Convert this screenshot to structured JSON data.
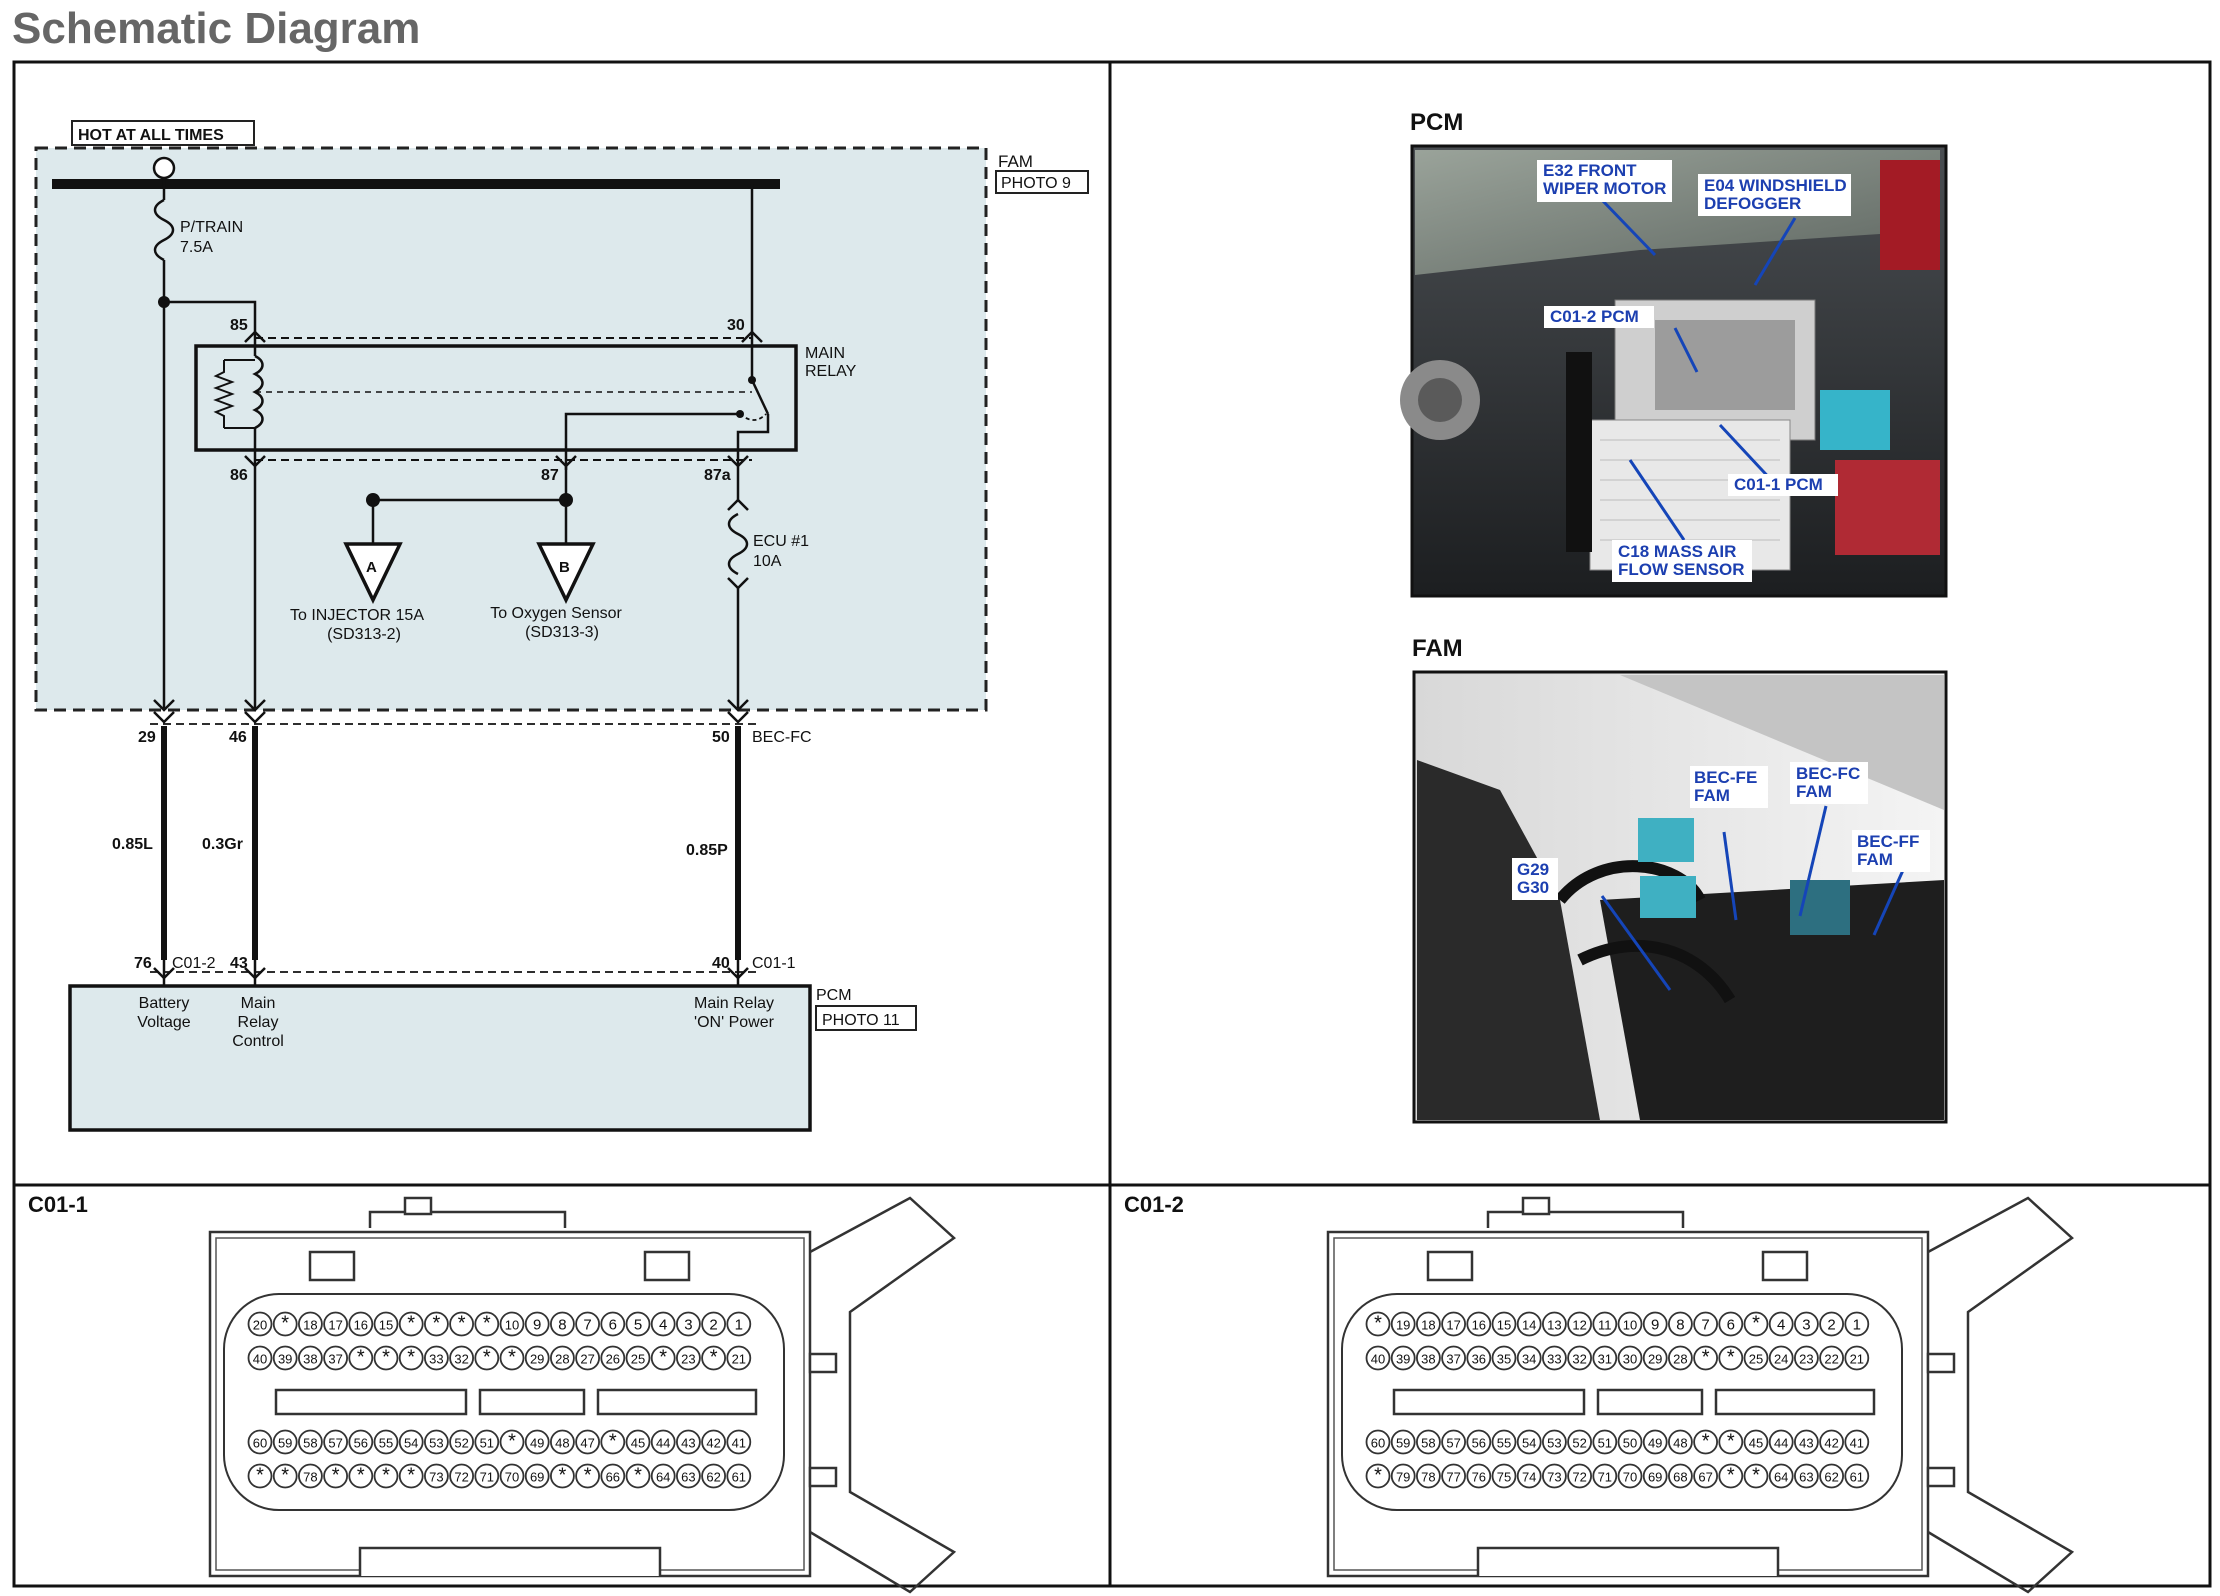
{
  "page_title": "Schematic Diagram",
  "schematic": {
    "hot_at_all_times": "HOT AT ALL TIMES",
    "fam_label": "FAM",
    "fam_photo": "PHOTO 9",
    "fuse_ptrain_name": "P/TRAIN",
    "fuse_ptrain_rating": "7.5A",
    "relay_name_1": "MAIN",
    "relay_name_2": "RELAY",
    "relay_pins": {
      "p85": "85",
      "p30": "30",
      "p86": "86",
      "p87": "87",
      "p87a": "87a"
    },
    "fuse_ecu_name": "ECU #1",
    "fuse_ecu_rating": "10A",
    "off_a": {
      "letter": "A",
      "line1": "To INJECTOR 15A",
      "line2": "(SD313-2)"
    },
    "off_b": {
      "letter": "B",
      "line1": "To Oxygen Sensor",
      "line2": "(SD313-3)"
    },
    "fam_pin_29": "29",
    "fam_pin_46": "46",
    "fam_pin_50": "50",
    "fam_connector": "BEC-FC",
    "wire_1": "0.85L",
    "wire_2": "0.3Gr",
    "wire_3": "0.85P",
    "pcm_pin_76": "76",
    "pcm_conn_c012": "C01-2",
    "pcm_pin_43": "43",
    "pcm_pin_40": "40",
    "pcm_conn_c011": "C01-1",
    "pcm_label": "PCM",
    "pcm_photo": "PHOTO 11",
    "pcm_term_1": [
      "Battery",
      "Voltage"
    ],
    "pcm_term_2": [
      "Main",
      "Relay",
      "Control"
    ],
    "pcm_term_3": [
      "Main Relay",
      "'ON' Power"
    ]
  },
  "photos": {
    "pcm": {
      "heading": "PCM",
      "callouts": {
        "e32": [
          "E32 FRONT",
          "WIPER MOTOR"
        ],
        "e04": [
          "E04 WINDSHIELD",
          "DEFOGGER"
        ],
        "c012": [
          "C01-2 PCM"
        ],
        "c011": [
          "C01-1 PCM"
        ],
        "c18": [
          "C18 MASS AIR",
          "FLOW SENSOR"
        ]
      }
    },
    "fam": {
      "heading": "FAM",
      "callouts": {
        "becfe": [
          "BEC-FE",
          "FAM"
        ],
        "becfc": [
          "BEC-FC",
          "FAM"
        ],
        "becff": [
          "BEC-FF",
          "FAM"
        ],
        "g29": [
          "G29",
          "G30"
        ]
      }
    }
  },
  "connectors": {
    "c011": {
      "label": "C01-1",
      "row1": [
        "20",
        "*",
        "18",
        "17",
        "16",
        "15",
        "*",
        "*",
        "*",
        "*",
        "10",
        "9",
        "8",
        "7",
        "6",
        "5",
        "4",
        "3",
        "2",
        "1"
      ],
      "row2": [
        "40",
        "39",
        "38",
        "37",
        "*",
        "*",
        "*",
        "33",
        "32",
        "*",
        "*",
        "29",
        "28",
        "27",
        "26",
        "25",
        "*",
        "23",
        "*",
        "21"
      ],
      "row3": [
        "60",
        "59",
        "58",
        "57",
        "56",
        "55",
        "54",
        "53",
        "52",
        "51",
        "*",
        "49",
        "48",
        "47",
        "*",
        "45",
        "44",
        "43",
        "42",
        "41"
      ],
      "row4": [
        "*",
        "*",
        "78",
        "*",
        "*",
        "*",
        "*",
        "73",
        "72",
        "71",
        "70",
        "69",
        "*",
        "*",
        "66",
        "*",
        "64",
        "63",
        "62",
        "61"
      ]
    },
    "c012": {
      "label": "C01-2",
      "row1": [
        "*",
        "19",
        "18",
        "17",
        "16",
        "15",
        "14",
        "13",
        "12",
        "11",
        "10",
        "9",
        "8",
        "7",
        "6",
        "*",
        "4",
        "3",
        "2",
        "1"
      ],
      "row2": [
        "40",
        "39",
        "38",
        "37",
        "36",
        "35",
        "34",
        "33",
        "32",
        "31",
        "30",
        "29",
        "28",
        "*",
        "*",
        "25",
        "24",
        "23",
        "22",
        "21"
      ],
      "row3": [
        "60",
        "59",
        "58",
        "57",
        "56",
        "55",
        "54",
        "53",
        "52",
        "51",
        "50",
        "49",
        "48",
        "*",
        "*",
        "45",
        "44",
        "43",
        "42",
        "41"
      ],
      "row4": [
        "*",
        "79",
        "78",
        "77",
        "76",
        "75",
        "74",
        "73",
        "72",
        "71",
        "70",
        "69",
        "68",
        "67",
        "*",
        "*",
        "64",
        "63",
        "62",
        "61"
      ]
    }
  }
}
